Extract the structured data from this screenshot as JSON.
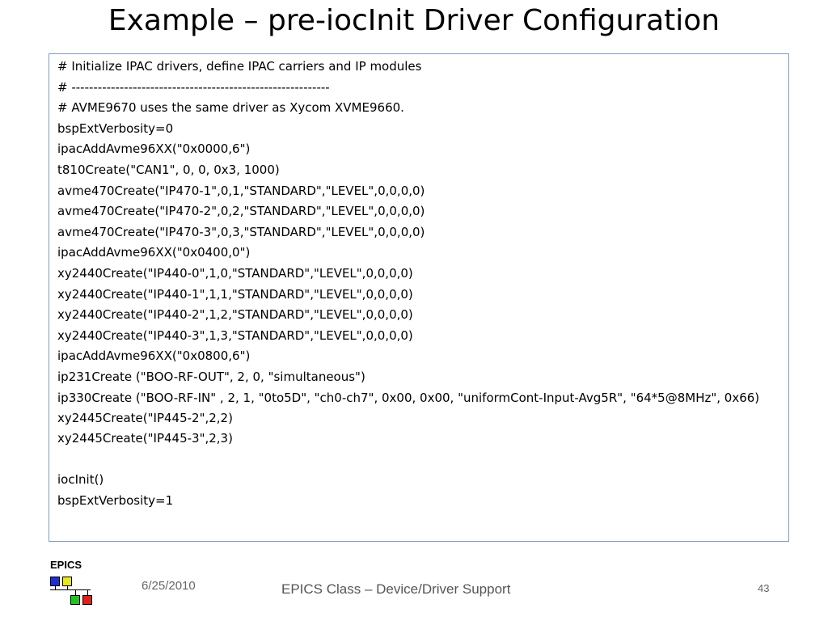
{
  "slide": {
    "title": "Example – pre-iocInit Driver Configuration",
    "code_lines": [
      "# Initialize IPAC drivers, define IPAC carriers and IP modules",
      "# -----------------------------------------------------------",
      "# AVME9670 uses the same driver as Xycom XVME9660.",
      "bspExtVerbosity=0",
      "ipacAddAvme96XX(\"0x0000,6\")",
      "t810Create(\"CAN1\", 0, 0, 0x3, 1000)",
      "avme470Create(\"IP470-1\",0,1,\"STANDARD\",\"LEVEL\",0,0,0,0)",
      "avme470Create(\"IP470-2\",0,2,\"STANDARD\",\"LEVEL\",0,0,0,0)",
      "avme470Create(\"IP470-3\",0,3,\"STANDARD\",\"LEVEL\",0,0,0,0)",
      "ipacAddAvme96XX(\"0x0400,0\")",
      "xy2440Create(\"IP440-0\",1,0,\"STANDARD\",\"LEVEL\",0,0,0,0)",
      "xy2440Create(\"IP440-1\",1,1,\"STANDARD\",\"LEVEL\",0,0,0,0)",
      "xy2440Create(\"IP440-2\",1,2,\"STANDARD\",\"LEVEL\",0,0,0,0)",
      "xy2440Create(\"IP440-3\",1,3,\"STANDARD\",\"LEVEL\",0,0,0,0)",
      "ipacAddAvme96XX(\"0x0800,6\")",
      "ip231Create (\"BOO-RF-OUT\", 2, 0, \"simultaneous\")",
      "ip330Create (\"BOO-RF-IN\" , 2, 1, \"0to5D\", \"ch0-ch7\", 0x00, 0x00, \"uniformCont-Input-Avg5R\", \"64*5@8MHz\", 0x66)",
      "xy2445Create(\"IP445-2\",2,2)",
      "xy2445Create(\"IP445-3\",2,3)",
      "",
      "iocInit()",
      "bspExtVerbosity=1"
    ]
  },
  "logo": {
    "text": "EPICS",
    "colors": {
      "blue": "#1f2fd0",
      "yellow": "#e8e81a",
      "green": "#1fc41f",
      "red": "#e0201a"
    }
  },
  "footer": {
    "date": "6/25/2010",
    "center": "EPICS Class – Device/Driver Support",
    "page": "43"
  }
}
